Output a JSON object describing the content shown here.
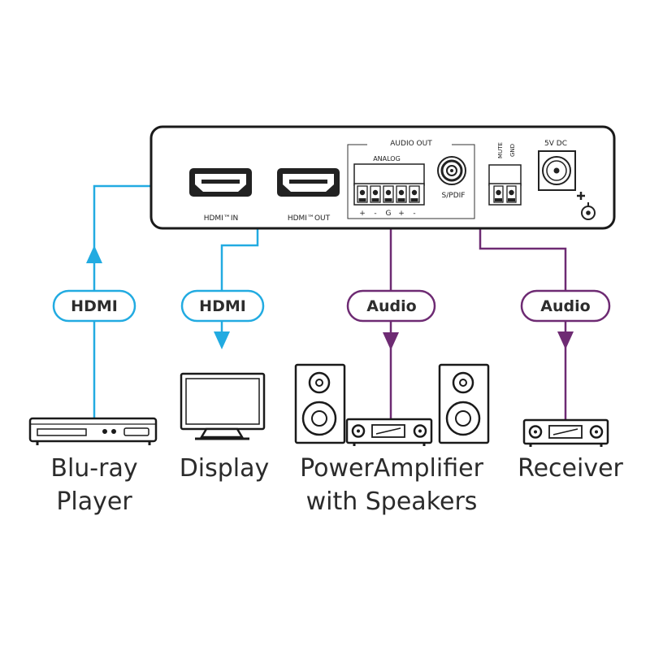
{
  "device": {
    "hdmi_in_label": "HDMI™IN",
    "hdmi_out_label": "HDMI™OUT",
    "audio_out_label": "AUDIO OUT",
    "analog_label": "ANALOG",
    "analog_pins": [
      "+",
      "-",
      "G",
      "+",
      "-"
    ],
    "spdif_label": "S/PDIF",
    "mute_label": "MUTE",
    "gnd_label": "GND",
    "power_label": "5V DC"
  },
  "connections": {
    "hdmi_in_pill": "HDMI",
    "hdmi_out_pill": "HDMI",
    "analog_pill": "Audio",
    "spdif_pill": "Audio"
  },
  "colors": {
    "hdmi_line": "#22abe1",
    "audio_line": "#6e2b73",
    "device_outline": "#1a1a1a",
    "pill_fill": "#ffffff"
  },
  "devices": {
    "bluray": [
      "Blu-ray",
      "Player"
    ],
    "display": [
      "Display"
    ],
    "amplifier": [
      "PowerAmplifier",
      "with Speakers"
    ],
    "receiver": [
      "Receiver"
    ]
  }
}
